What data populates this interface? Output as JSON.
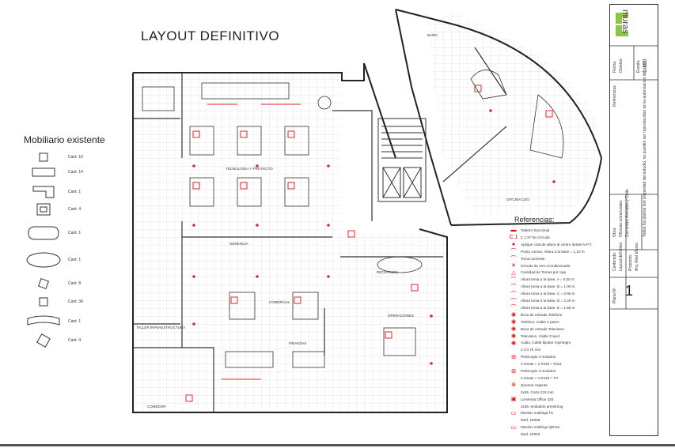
{
  "title": "LAYOUT DEFINITIVO",
  "mobiliario": {
    "heading": "Mobiliario existente",
    "items": [
      {
        "label": "Cant: 10"
      },
      {
        "label": "Cant: 14"
      },
      {
        "label": "Cant: 1"
      },
      {
        "label": "Cant: 4"
      },
      {
        "label": "Cant: 1"
      },
      {
        "label": "Cant: 1"
      },
      {
        "label": "Cant: 8"
      },
      {
        "label": "Cant: 34"
      },
      {
        "label": "Cant: 1"
      },
      {
        "label": "Cant: 4"
      }
    ]
  },
  "rooms": {
    "tecnologia": "TECNOLOGIA Y PROYECTO",
    "gerencia": "GERENCIA",
    "comercial": "COMERCIAL",
    "finanzas": "FINANZAS",
    "operaciones": "OPERACIONES",
    "recepcion": "RECEPCION",
    "infraestructura": "TALLER INFRAESTRUCTURA",
    "oficina_ceo": "OFICINA CEO",
    "bano": "BAÑO",
    "comedor": "COMEDOR"
  },
  "referencias": {
    "heading": "Referencias:",
    "items": [
      {
        "sym": "▬",
        "label": "Tablero Seccional"
      },
      {
        "sym": "C.1",
        "label": "C.1   Nº de Circuito"
      },
      {
        "sym": "●",
        "label": "Aplique cota de altura al centro desde N.P.T."
      },
      {
        "sym": "⌒",
        "label": "Punto comun. Altura a la base = 1,10 m"
      },
      {
        "sym": "⌒",
        "label": "Toma corriente"
      },
      {
        "sym": "✕",
        "label": "Circuito de Aire Acondicionado."
      },
      {
        "sym": "△",
        "label": "Cantidad de Tomas por caja"
      },
      {
        "sym": "⌒",
        "label": "Altura toma a la base. A = 0.20 m"
      },
      {
        "sym": "⌒",
        "label": "Altura toma a la base. B = 1.00 m"
      },
      {
        "sym": "⌒",
        "label": "Altura toma a la base. C = 0.65 m"
      },
      {
        "sym": "⌒",
        "label": "Altura toma a la base. D = 2.20 m"
      },
      {
        "sym": "⌒",
        "label": "Altura toma a la base. E = 1.65 m"
      },
      {
        "sym": "◉",
        "label": "Boca de entrada Telefono"
      },
      {
        "sym": "◉",
        "label": "Telefono. Cable 2 pares"
      },
      {
        "sym": "◉",
        "label": "Boca de entrada Television"
      },
      {
        "sym": "◉",
        "label": "Television. Cable Coaxil"
      },
      {
        "sym": "◉",
        "label": "Audio. Cable bipolar rojo/negro"
      },
      {
        "sym": "",
        "label": "2 x 0,75 mm"
      },
      {
        "sym": "⊞",
        "label": "Periscopio 4 modulos"
      },
      {
        "sym": "",
        "label": "2 tomas + 1 RJ45 + RJ11"
      },
      {
        "sym": "⊞",
        "label": "Periscopio 4 modulos"
      },
      {
        "sym": "",
        "label": "2 tomas + 1 RJ45 + TV"
      },
      {
        "sym": "⊗",
        "label": "Querem Argenta"
      },
      {
        "sym": "",
        "label": "2x26. Corte 215 mm"
      },
      {
        "sym": "▣",
        "label": "Lumenda Office 326"
      },
      {
        "sym": "",
        "label": "2x36. embutido armstrong"
      },
      {
        "sym": "▭",
        "label": "Moviluz multiriga T5"
      },
      {
        "sym": "",
        "label": "Mod. 18336"
      },
      {
        "sym": "▭",
        "label": "Moviluz multiriga QR111"
      },
      {
        "sym": "",
        "label": "Mod. 10053"
      }
    ]
  },
  "titleblock": {
    "logo": "muras",
    "fecha_label": "Fecha:",
    "fecha": "Octubre",
    "escala_label": "Escala:",
    "escala": "1:100",
    "referencias_label": "Referencias:",
    "obra_label": "Obra:",
    "obra": "Oficinas comerciales",
    "direccion": "Corrientes Arenales y Calle",
    "proyecto_label": "Proyecto:",
    "proyecto": "Arq. Ariel Muras",
    "contenido_label": "Contenido:",
    "contenido": "Layout definitivo",
    "plano_label": "Plano Nº",
    "plano": "1",
    "nota": "Todos los planos son propiedad del estudio, no pueden ser reproducidos sin la autorizacion del autor"
  },
  "colors": {
    "accent": "#8dc63f",
    "mark": "#e0262b",
    "line": "#333333",
    "grid": "#cfcfcf"
  }
}
